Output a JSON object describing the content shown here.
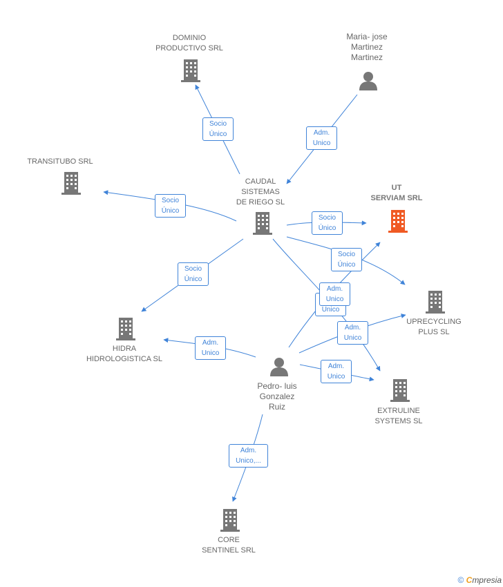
{
  "nodes": {
    "dominio": {
      "label": "DOMINIO\nPRODUCTIVO SRL",
      "icon": "building-icon"
    },
    "maria": {
      "label": "Maria- jose\nMartinez\nMartinez",
      "icon": "person-icon"
    },
    "transitubo": {
      "label": "TRANSITUBO SRL",
      "icon": "building-icon"
    },
    "caudal": {
      "label": "CAUDAL\nSISTEMAS\nDE RIEGO SL",
      "icon": "building-icon"
    },
    "ut_serviam": {
      "label": "UT\nSERVIAM SRL",
      "icon": "building-icon",
      "color": "#f05a24"
    },
    "uprecycling": {
      "label": "UPRECYCLING\nPLUS  SL",
      "icon": "building-icon"
    },
    "hidra": {
      "label": "HIDRA\nHIDROLOGISTICA SL",
      "icon": "building-icon"
    },
    "pedro": {
      "label": "Pedro- luis\nGonzalez\nRuiz",
      "icon": "person-icon"
    },
    "extruline": {
      "label": "EXTRULINE\nSYSTEMS SL",
      "icon": "building-icon"
    },
    "core": {
      "label": "CORE\nSENTINEL SRL",
      "icon": "building-icon"
    }
  },
  "edge_labels": {
    "caudal_dominio": "Socio\nÚnico",
    "maria_caudal": "Adm.\nUnico",
    "caudal_transitubo": "Socio\nÚnico",
    "caudal_ut": "Socio\nÚnico",
    "caudal_uprecycling": "Socio\nÚnico",
    "caudal_hidra": "Socio\nÚnico",
    "caudal_extruline": "Adm.\nUnico",
    "pedro_ut": "Adm.\nUnico",
    "pedro_uprecycling": "Adm.\nUnico",
    "pedro_hidra": "Adm.\nUnico",
    "pedro_extruline": "Adm.\nUnico",
    "pedro_core": "Adm.\nUnico,..."
  },
  "colors": {
    "edge": "#3f83d8",
    "node_icon": "#777777",
    "focus_icon": "#f05a24"
  },
  "footer": {
    "copyright": "©",
    "brand_initial": "C",
    "brand_rest": "mpresia"
  }
}
